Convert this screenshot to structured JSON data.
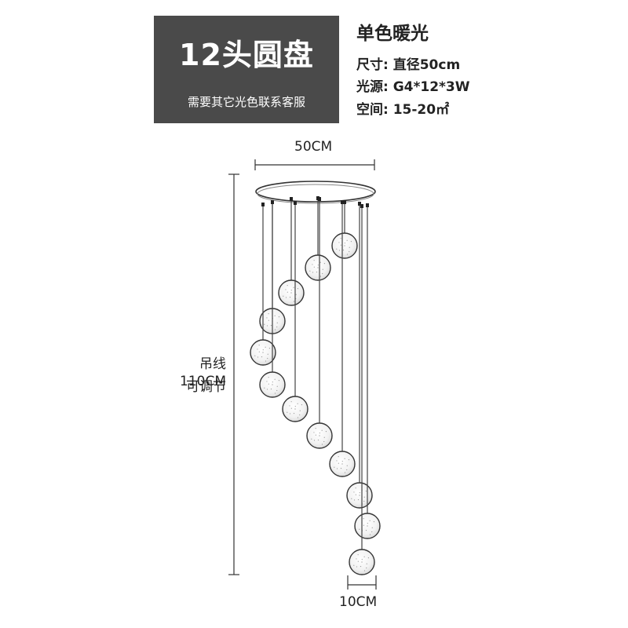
{
  "title_box": {
    "heading": "12头圆盘",
    "subtitle": "需要其它光色联系客服"
  },
  "specs": {
    "heading": "单色暖光",
    "size": "尺寸: 直径50cm",
    "light_source": "光源: G4*12*3W",
    "space": "空间: 15-20㎡"
  },
  "dimensions": {
    "top_width": "50CM",
    "cable_length": "吊线110CM",
    "cable_adjustable": "可调节",
    "ball_width": "10CM"
  },
  "colors": {
    "title_background": "#4a4a4a",
    "line": "#333333"
  },
  "pendant_count": 12
}
